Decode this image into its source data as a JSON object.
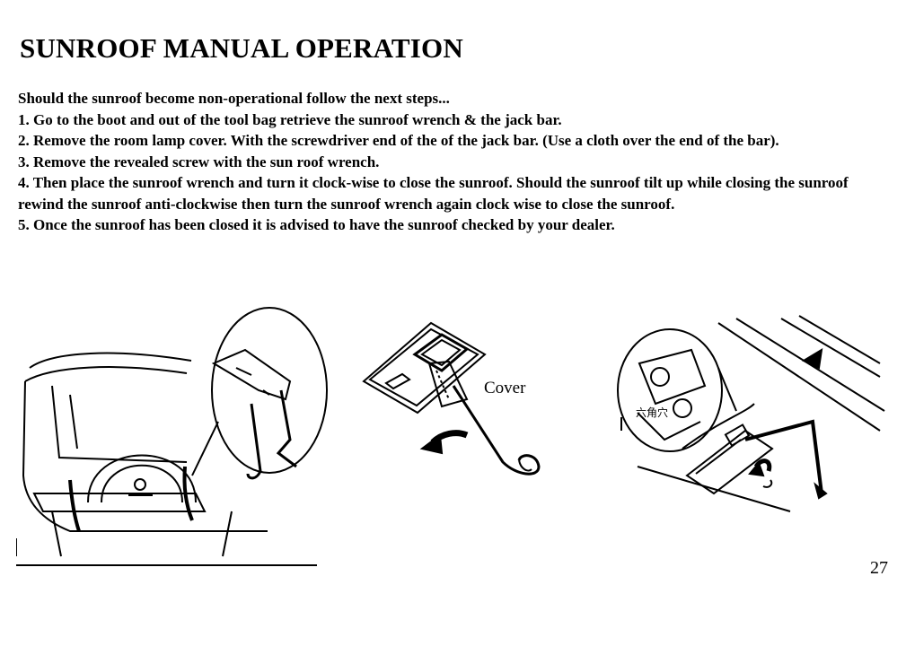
{
  "page": {
    "title": "SUNROOF MANUAL OPERATION",
    "intro": "Should the sunroof become non-operational follow the next steps...",
    "steps": [
      "1. Go to the boot and out of the tool bag retrieve the sunroof wrench & the jack bar.",
      "2. Remove the room lamp cover. With the screwdriver end of the of the jack bar. (Use a cloth over the end of the bar).",
      "3. Remove the revealed screw with the sun roof wrench.",
      "4. Then place the sunroof wrench and turn it clock-wise to close the sunroof. Should the sunroof tilt up while closing the sunroof rewind the sunroof anti-clockwise then turn the sunroof wrench again clock wise to close the sunroof.",
      "5. Once the sunroof has been closed it is advised to have the sunroof checked by your dealer."
    ],
    "page_number": "27"
  },
  "figures": {
    "cover_label": "Cover",
    "hex_label": "六角穴"
  }
}
